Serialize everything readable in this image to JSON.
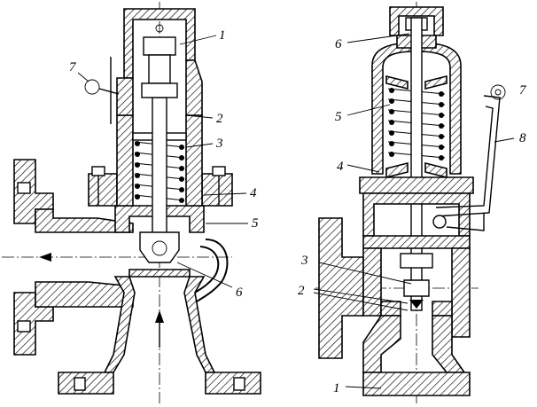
{
  "left_figure": {
    "labels": {
      "l1": "1",
      "l2": "2",
      "l3": "3",
      "l4": "4",
      "l5": "5",
      "l6": "6",
      "l7": "7"
    }
  },
  "right_figure": {
    "labels": {
      "r1": "1",
      "r2": "2",
      "r3": "3",
      "r4": "4",
      "r5": "5",
      "r6": "6",
      "r7": "7",
      "r8": "8"
    }
  }
}
